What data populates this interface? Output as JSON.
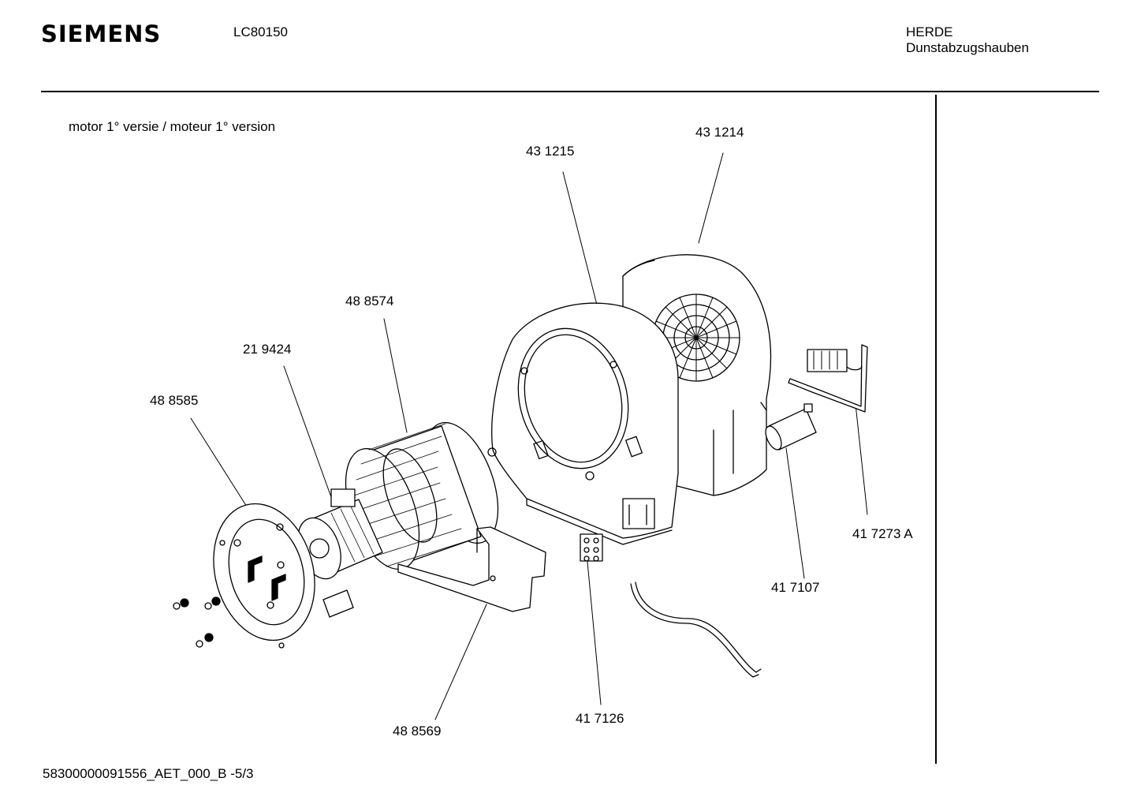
{
  "header": {
    "brand": "SIEMENS",
    "model": "LC80150",
    "category_line1": "HERDE",
    "category_line2": "Dunstabzugshauben"
  },
  "diagram": {
    "subtitle": "motor 1° versie / moteur 1° version",
    "parts": {
      "p431214": "43 1214",
      "p431215": "43 1215",
      "p488574": "48 8574",
      "p219424": "21 9424",
      "p488585": "48 8585",
      "p4172773A": "41 7273 A",
      "p417107": "41 7107",
      "p417126": "41 7126",
      "p488569": "48 8569"
    }
  },
  "footer": {
    "doc_id": "58300000091556_AET_000_B   -5/3"
  }
}
